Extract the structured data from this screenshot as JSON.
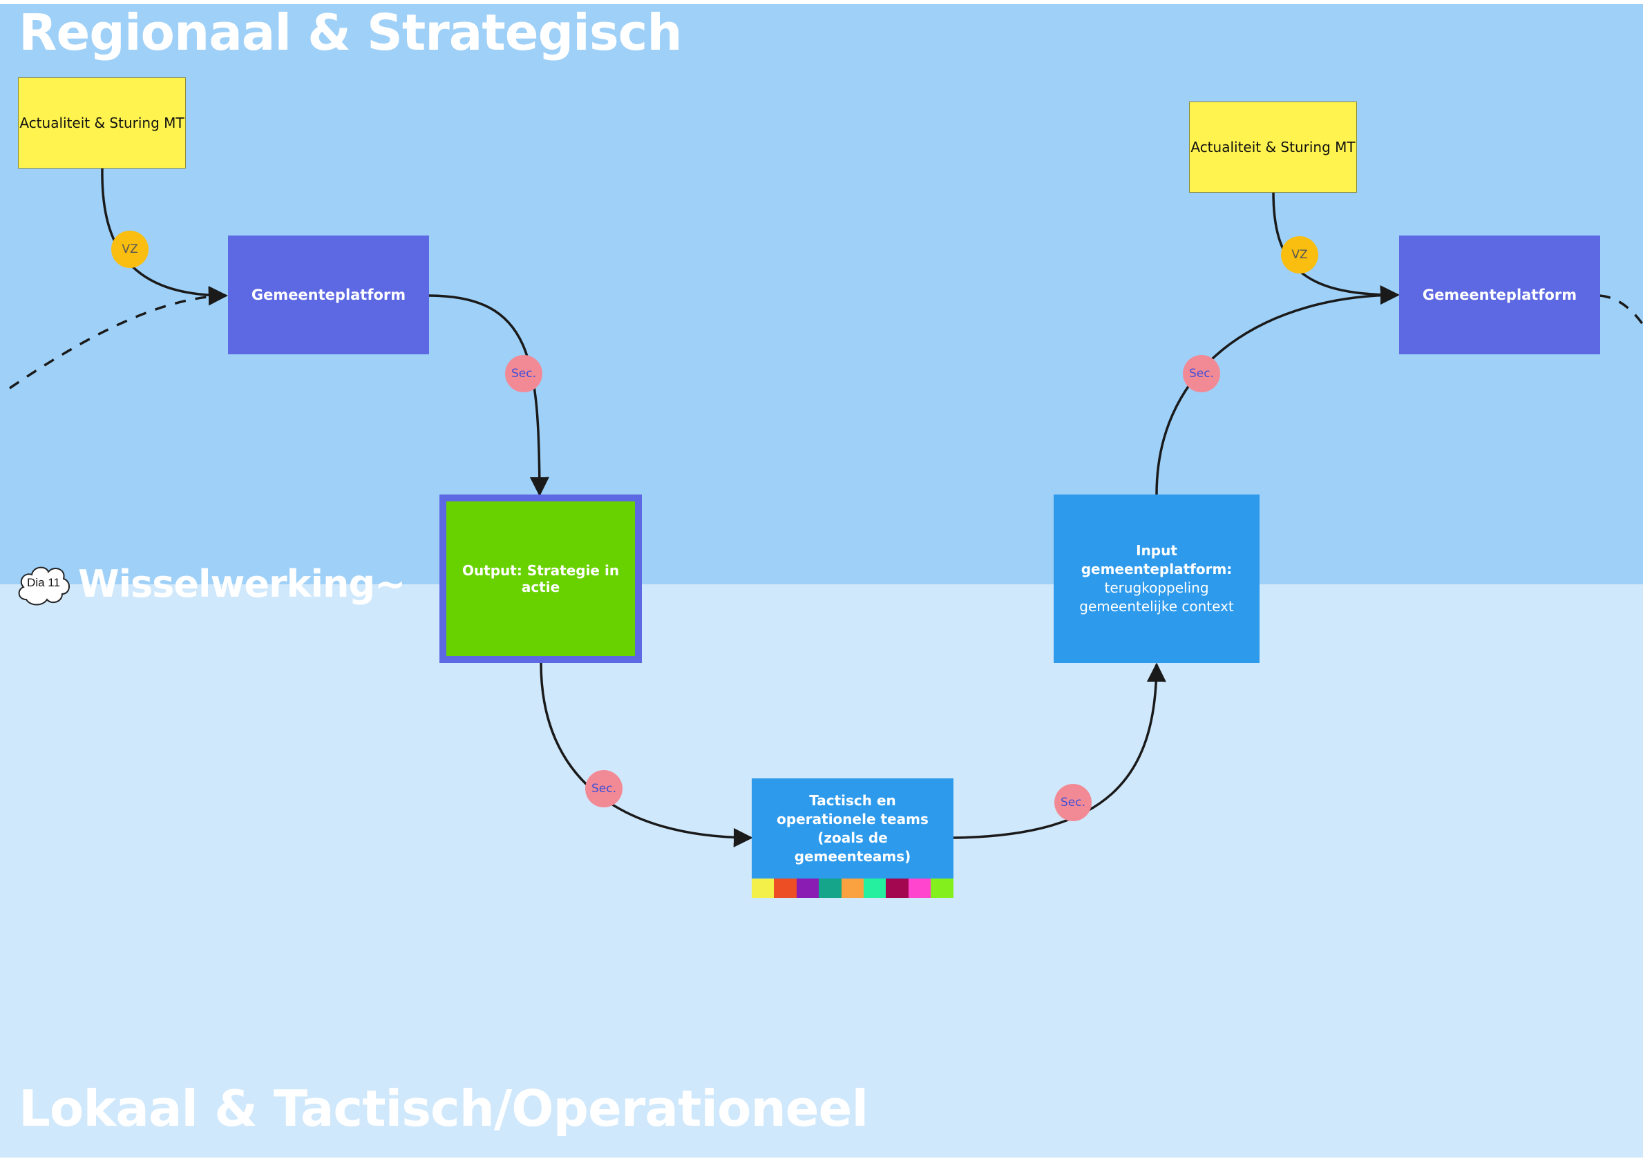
{
  "zones": {
    "top_title": "Regionaal & Strategisch",
    "bottom_title": "Lokaal & Tactisch/Operationeel",
    "middle_title": "Wisselwerking~",
    "cloud_label": "Dia 11"
  },
  "nodes": {
    "sticky_left": "Actualiteit & Sturing MT",
    "sticky_right": "Actualiteit & Sturing MT",
    "platform_left": "Gemeenteplatform",
    "platform_right": "Gemeenteplatform",
    "output": "Output: Strategie in actie",
    "input_title": "Input gemeenteplatform:",
    "input_body": "terugkoppeling gemeentelijke context",
    "tactical": "Tactisch en operationele teams (zoals de gemeenteams)"
  },
  "badges": {
    "vz": "VZ",
    "sec": "Sec."
  },
  "colors": {
    "zone_top": "#9ED0F8",
    "zone_bottom": "#D0E8FB",
    "sticky": "#FFF44F",
    "platform": "#5D68E3",
    "output": "#68D100",
    "blue_box": "#2E9AEC",
    "badge_sec": "#F28A96",
    "badge_vz": "#F9BE10",
    "connector": "#1a1a1a"
  },
  "swatch_colors": [
    "#F4F04A",
    "#EE4E24",
    "#8B1CB3",
    "#14A58A",
    "#F9A23F",
    "#25F0A0",
    "#A3074F",
    "#FF45CE",
    "#83F01E"
  ]
}
